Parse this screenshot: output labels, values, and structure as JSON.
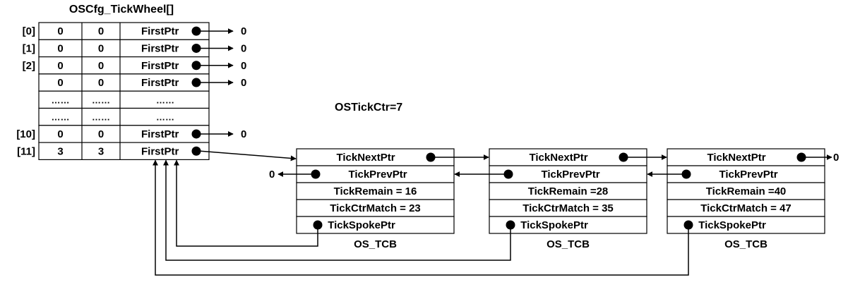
{
  "wheel": {
    "title": "OSCfg_TickWheel[]",
    "rows": [
      {
        "index": "[0]",
        "c1": "0",
        "c2": "0",
        "ptr": "FirstPtr",
        "target": "0"
      },
      {
        "index": "[1]",
        "c1": "0",
        "c2": "0",
        "ptr": "FirstPtr",
        "target": "0"
      },
      {
        "index": "[2]",
        "c1": "0",
        "c2": "0",
        "ptr": "FirstPtr",
        "target": "0"
      },
      {
        "index": "",
        "c1": "0",
        "c2": "0",
        "ptr": "FirstPtr",
        "target": "0"
      },
      {
        "index": "",
        "c1": "……",
        "c2": "……",
        "ptr": "……",
        "target": ""
      },
      {
        "index": "",
        "c1": "……",
        "c2": "……",
        "ptr": "……",
        "target": ""
      },
      {
        "index": "[10]",
        "c1": "0",
        "c2": "0",
        "ptr": "FirstPtr",
        "target": "0"
      },
      {
        "index": "[11]",
        "c1": "3",
        "c2": "3",
        "ptr": "FirstPtr",
        "target": ""
      }
    ]
  },
  "tick_ctr": "OSTickCtr=7",
  "tcbs": [
    {
      "next": "TickNextPtr",
      "prev": "TickPrevPtr",
      "remain": "TickRemain = 16",
      "match": "TickCtrMatch = 23",
      "spoke": "TickSpokePtr",
      "label": "OS_TCB"
    },
    {
      "next": "TickNextPtr",
      "prev": "TickPrevPtr",
      "remain": "TickRemain =28",
      "match": "TickCtrMatch = 35",
      "spoke": "TickSpokePtr",
      "label": "OS_TCB"
    },
    {
      "next": "TickNextPtr",
      "prev": "TickPrevPtr",
      "remain": "TickRemain =40",
      "match": "TickCtrMatch = 47",
      "spoke": "TickSpokePtr",
      "label": "OS_TCB"
    }
  ],
  "prev_null": "0",
  "next_null": "0"
}
